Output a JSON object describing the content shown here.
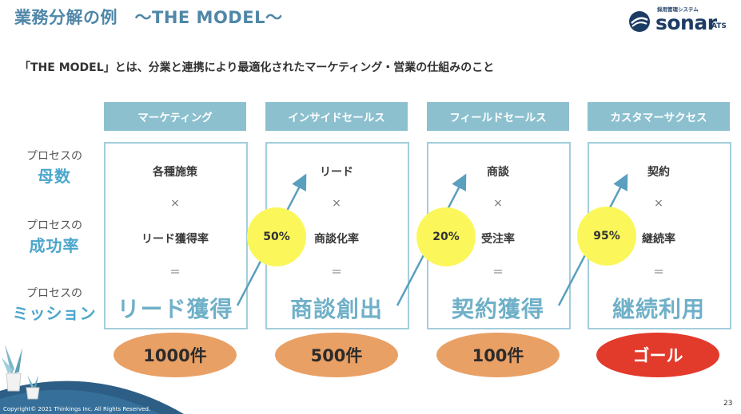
{
  "title": "業務分解の例　～THE MODEL～",
  "logo": {
    "tagline": "採用管理システム",
    "word": "sonar",
    "suffix": "ATS"
  },
  "subtitle": "「THE MODEL」とは、分業と連携により最適化されたマーケティング・営業の仕組みのこと",
  "side_labels": [
    {
      "small": "プロセスの",
      "big": "母数"
    },
    {
      "small": "プロセスの",
      "big": "成功率"
    },
    {
      "small": "プロセスの",
      "big": "ミッション"
    }
  ],
  "columns": [
    {
      "header": "マーケティング",
      "base": "各種施策",
      "times": "×",
      "rate": "リード獲得率",
      "equals": "＝",
      "mission": "リード獲得",
      "target": "1000件"
    },
    {
      "header": "インサイドセールス",
      "base": "リード",
      "times": "×",
      "rate": "商談化率",
      "equals": "＝",
      "mission": "商談創出",
      "target": "500件"
    },
    {
      "header": "フィールドセールス",
      "base": "商談",
      "times": "×",
      "rate": "受注率",
      "equals": "＝",
      "mission": "契約獲得",
      "target": "100件"
    },
    {
      "header": "カスタマーサクセス",
      "base": "契約",
      "times": "×",
      "rate": "継続率",
      "equals": "＝",
      "mission": "継続利用",
      "target": "ゴール"
    }
  ],
  "conversion_rates": [
    "50%",
    "20%",
    "95%"
  ],
  "colors": {
    "accent": "#4f87a8",
    "header_bg": "#8cc0cf",
    "mission": "#6fb0c8",
    "target_oval": "#e9a065",
    "goal_oval": "#e23a2b",
    "rate_circle": "#fbf75a"
  },
  "footer": {
    "copyright": "Copyright© 2021 Thinkings Inc.  All Rights Reserved.",
    "page": "23"
  }
}
